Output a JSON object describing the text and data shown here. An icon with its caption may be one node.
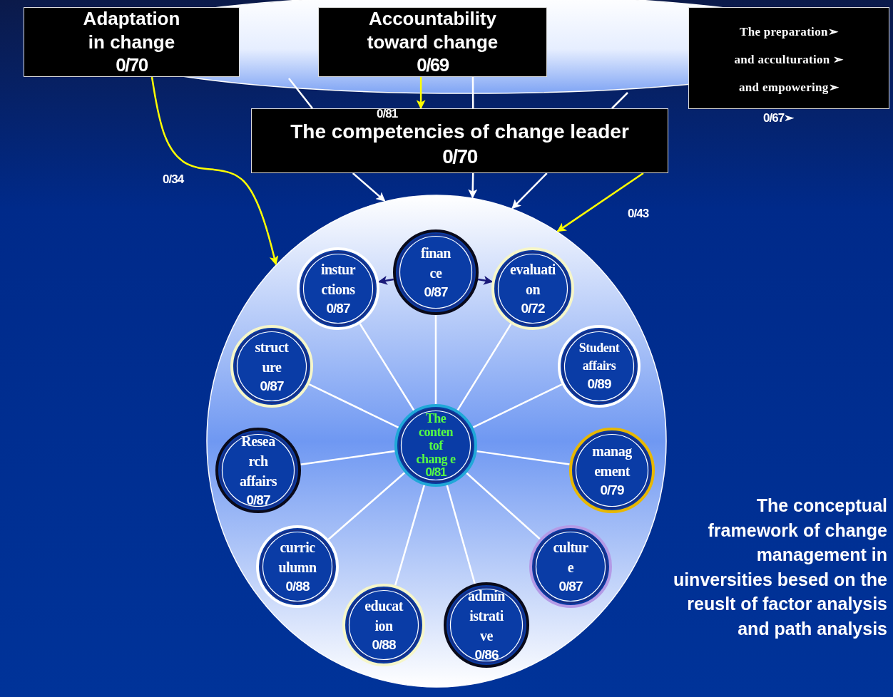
{
  "diagram": {
    "caption": "The conceptual framework of change management in uinversities besed on the reuslt of factor analysis and path analysis",
    "nodes": [
      {
        "text": [
          "Adaptation in change",
          "0/70"
        ]
      },
      {
        "text": [
          "Accountability toward change",
          "0/69"
        ]
      },
      {
        "text": [
          "The preparation➢ and acculturation ➢ and empowering➢"
        ],
        "beside": [
          "0/67➢"
        ]
      },
      {
        "text": [
          "The competencies of change leader",
          "0/70"
        ]
      },
      {
        "text": [],
        "shape": "circle"
      },
      {
        "text": [
          "finan ce",
          "0/87"
        ],
        "in": 4
      },
      {
        "text": [
          "instur ctions",
          "0/87"
        ],
        "in": 4
      },
      {
        "text": [
          "evaluati on",
          "0/72"
        ],
        "in": 4
      },
      {
        "text": [
          "struct ure",
          "0/87"
        ],
        "in": 4
      },
      {
        "text": [
          "Student affairs",
          "0/89"
        ],
        "in": 4
      },
      {
        "text": [
          "Resea rch affairs",
          "0/87"
        ],
        "in": 4
      },
      {
        "text": [
          "The conten tof chang e",
          "0/81"
        ],
        "in": 4
      },
      {
        "text": [
          "manag ement",
          "0/79"
        ],
        "in": 4
      },
      {
        "text": [
          "curric ulumn",
          "0/88"
        ],
        "in": 4
      },
      {
        "text": [
          "educat ion",
          "0/88"
        ],
        "in": 4
      },
      {
        "text": [
          "admin istrati ve",
          "0/86"
        ],
        "in": 4
      },
      {
        "text": [
          "cultur e",
          "0/87"
        ],
        "in": 4
      }
    ],
    "edges": [
      {
        "from": 0,
        "to": 4,
        "arrow": "to",
        "label": "0/34",
        "color": "#ffff00"
      },
      {
        "from": 1,
        "to": 3,
        "arrow": "to",
        "label": "0/81",
        "color": "#ffff00"
      },
      {
        "from": 3,
        "to": 4,
        "arrow": "to",
        "label": "0/43",
        "color": "#ffff00"
      },
      {
        "from": null,
        "to": 3,
        "arrow": "none"
      },
      {
        "from": 1,
        "to": 3,
        "arrow": "none"
      },
      {
        "from": null,
        "to": 3,
        "arrow": "none"
      },
      {
        "from": 3,
        "to": 4,
        "arrow": "to"
      },
      {
        "from": 3,
        "to": 4,
        "arrow": "to"
      },
      {
        "from": 3,
        "to": 4,
        "arrow": "to"
      },
      {
        "from": 5,
        "to": 6,
        "arrow": "to",
        "color": "#1a1a7a"
      },
      {
        "from": 5,
        "to": 7,
        "arrow": "to",
        "color": "#1a1a7a"
      },
      {
        "from": 11,
        "to": 5,
        "arrow": "none"
      },
      {
        "from": 11,
        "to": 6,
        "arrow": "none"
      },
      {
        "from": 11,
        "to": 7,
        "arrow": "none"
      },
      {
        "from": 11,
        "to": 8,
        "arrow": "none"
      },
      {
        "from": 11,
        "to": 9,
        "arrow": "none"
      },
      {
        "from": 11,
        "to": 10,
        "arrow": "none"
      },
      {
        "from": 11,
        "to": 12,
        "arrow": "none"
      },
      {
        "from": 11,
        "to": 13,
        "arrow": "none"
      },
      {
        "from": 11,
        "to": 14,
        "arrow": "none"
      },
      {
        "from": 11,
        "to": 15,
        "arrow": "none"
      },
      {
        "from": 11,
        "to": 16,
        "arrow": "none"
      }
    ]
  }
}
